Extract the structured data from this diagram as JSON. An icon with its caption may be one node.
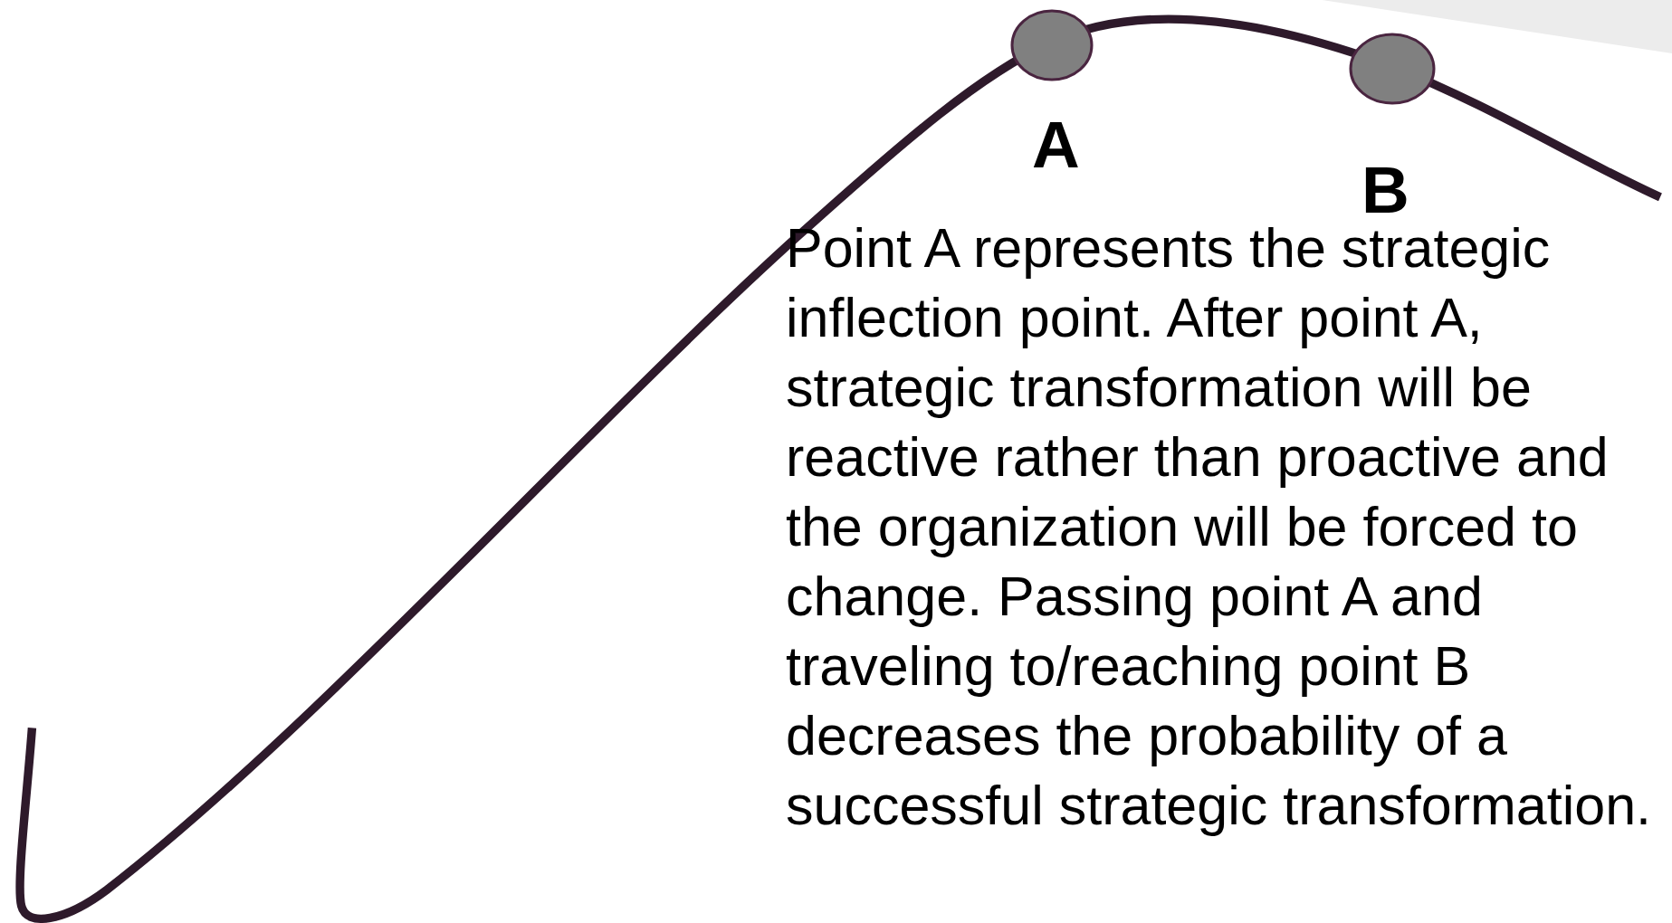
{
  "diagram": {
    "nodes": [
      {
        "text": [],
        "shape": "circle",
        "beside": [
          "A"
        ]
      },
      {
        "text": [],
        "shape": "circle",
        "beside": [
          "B"
        ]
      }
    ],
    "labels": [
      "Point A represents the strategic inflection point. After point A, strategic transformation will be reactive rather than proactive and the organization will be forced to change. Passing point A and traveling to/reaching point B decreases the probability of a successful strategic transformation."
    ]
  }
}
